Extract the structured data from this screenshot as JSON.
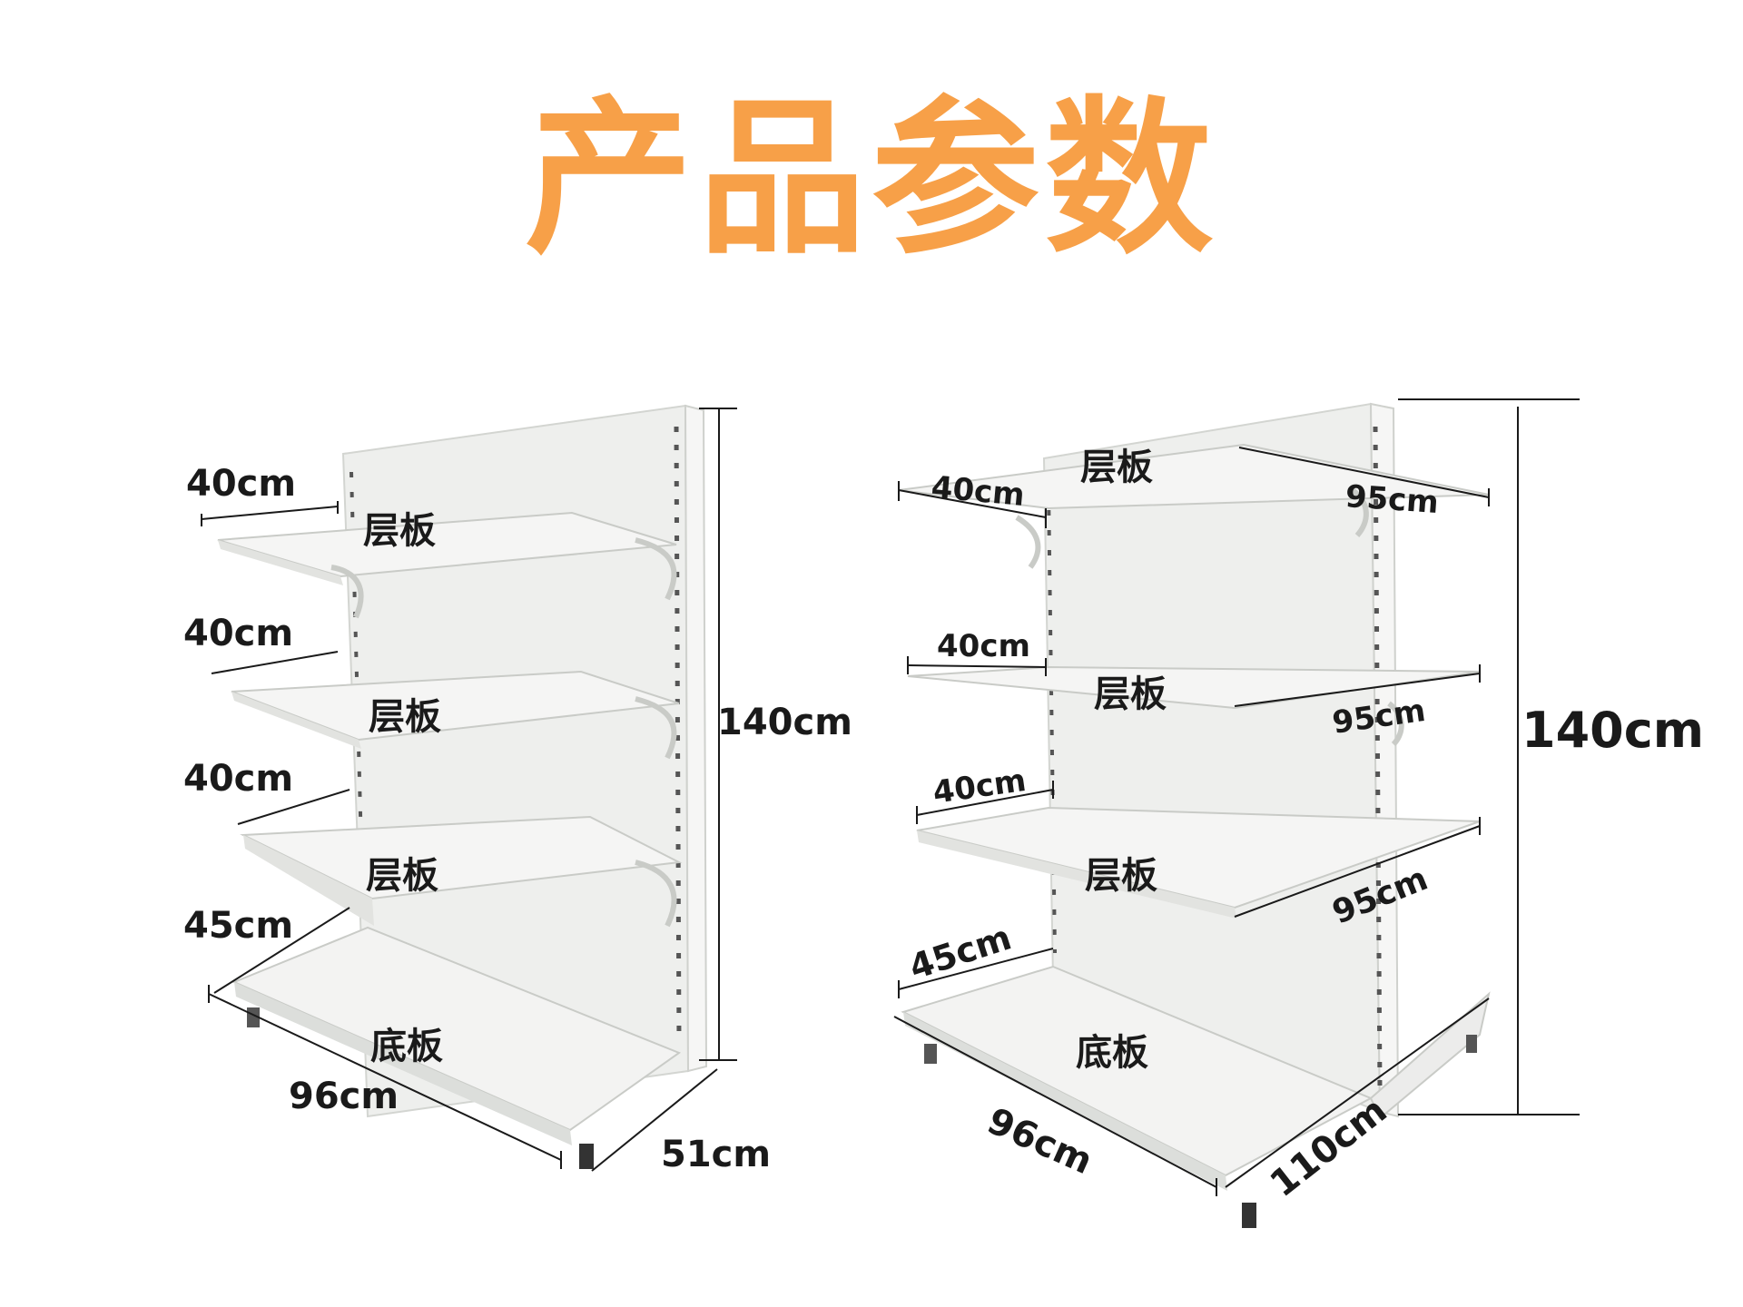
{
  "title": "产品参数",
  "colors": {
    "title": "#f7a048",
    "shelf_fill": "#f2f3f1",
    "shelf_edge": "#d8dad6",
    "dim_line": "#1a1a1a"
  },
  "single_sided": {
    "shelf_depths": [
      "40cm",
      "40cm",
      "40cm"
    ],
    "base_depth": "45cm",
    "shelf_label": "层板",
    "base_label": "底板",
    "height": "140cm",
    "width": "96cm",
    "total_depth": "51cm"
  },
  "double_sided": {
    "shelf_depths": [
      "40cm",
      "40cm",
      "40cm"
    ],
    "base_depth": "45cm",
    "shelf_label": "层板",
    "base_label": "底板",
    "shelf_widths": [
      "95cm",
      "95cm",
      "95cm"
    ],
    "height": "140cm",
    "width": "96cm",
    "total_depth": "110cm"
  }
}
